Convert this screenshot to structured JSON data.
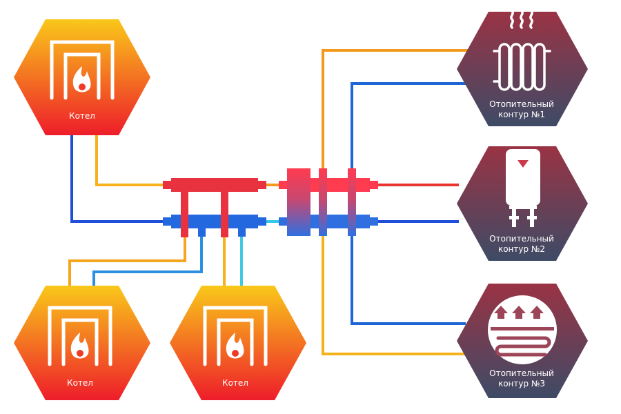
{
  "boilers": [
    {
      "id": "boiler-1",
      "label": "Котел"
    },
    {
      "id": "boiler-2",
      "label": "Котел"
    },
    {
      "id": "boiler-3",
      "label": "Котел"
    }
  ],
  "circuits": [
    {
      "id": "circuit-1",
      "line1": "Отопительный",
      "line2": "контур  №1",
      "icon": "radiator-icon"
    },
    {
      "id": "circuit-2",
      "line1": "Отопительный",
      "line2": "контур  №2",
      "icon": "water-heater-icon"
    },
    {
      "id": "circuit-3",
      "line1": "Отопительный",
      "line2": "контур  №3",
      "icon": "floor-heating-icon"
    }
  ],
  "colors": {
    "supply": "#e8342e",
    "return": "#1f4fd8",
    "boiler_top": "#f9c81a",
    "boiler_bottom": "#ee1d2a",
    "circuit_top": "#9a3344",
    "circuit_bottom": "#3e4b66"
  }
}
